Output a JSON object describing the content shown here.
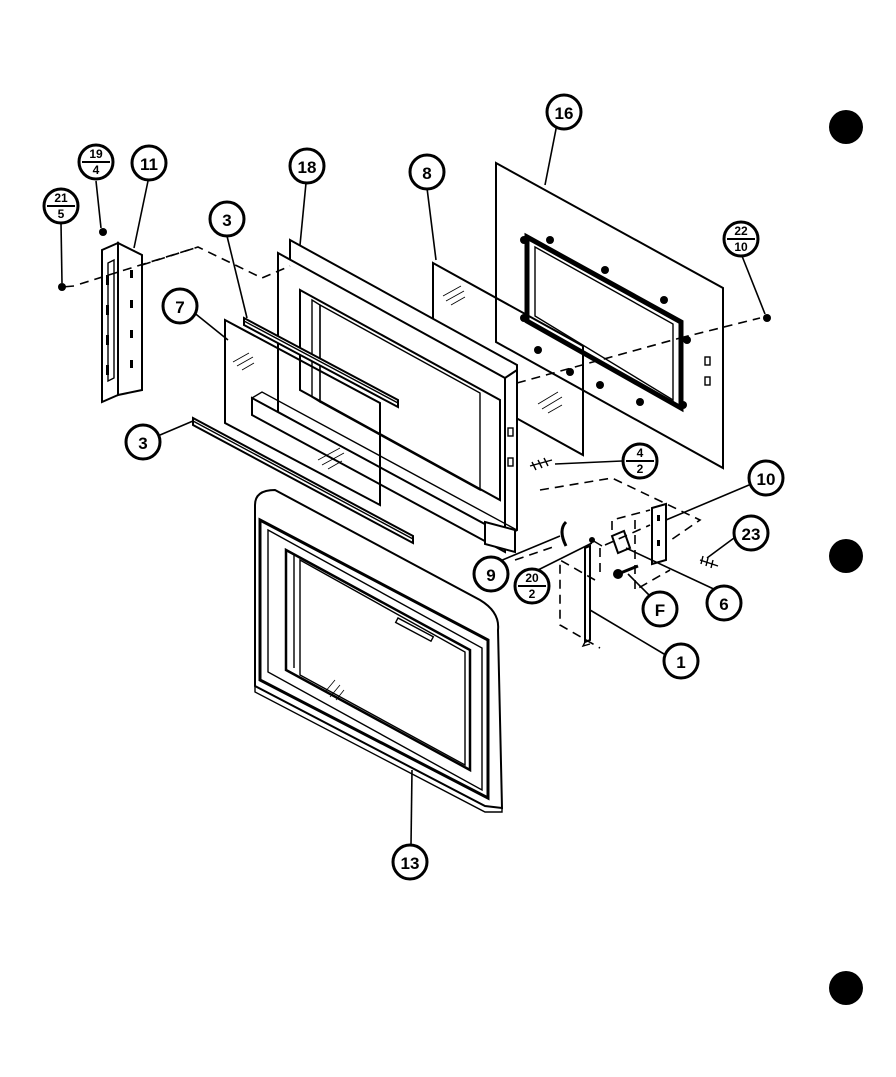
{
  "callouts": {
    "c16": "16",
    "c19_4_top": "19",
    "c19_4_bottom": "4",
    "c11": "11",
    "c18": "18",
    "c8": "8",
    "c21_5_top": "21",
    "c21_5_bottom": "5",
    "c3_upper": "3",
    "c22_10_top": "22",
    "c22_10_bottom": "10",
    "c7": "7",
    "c3_lower": "3",
    "c4_2_top": "4",
    "c4_2_bottom": "2",
    "c10": "10",
    "c23": "23",
    "c9": "9",
    "c20_2_top": "20",
    "c20_2_bottom": "2",
    "cF": "F",
    "c6": "6",
    "c1": "1",
    "c13": "13"
  },
  "colors": {
    "ink": "#000000",
    "paper": "#ffffff"
  }
}
